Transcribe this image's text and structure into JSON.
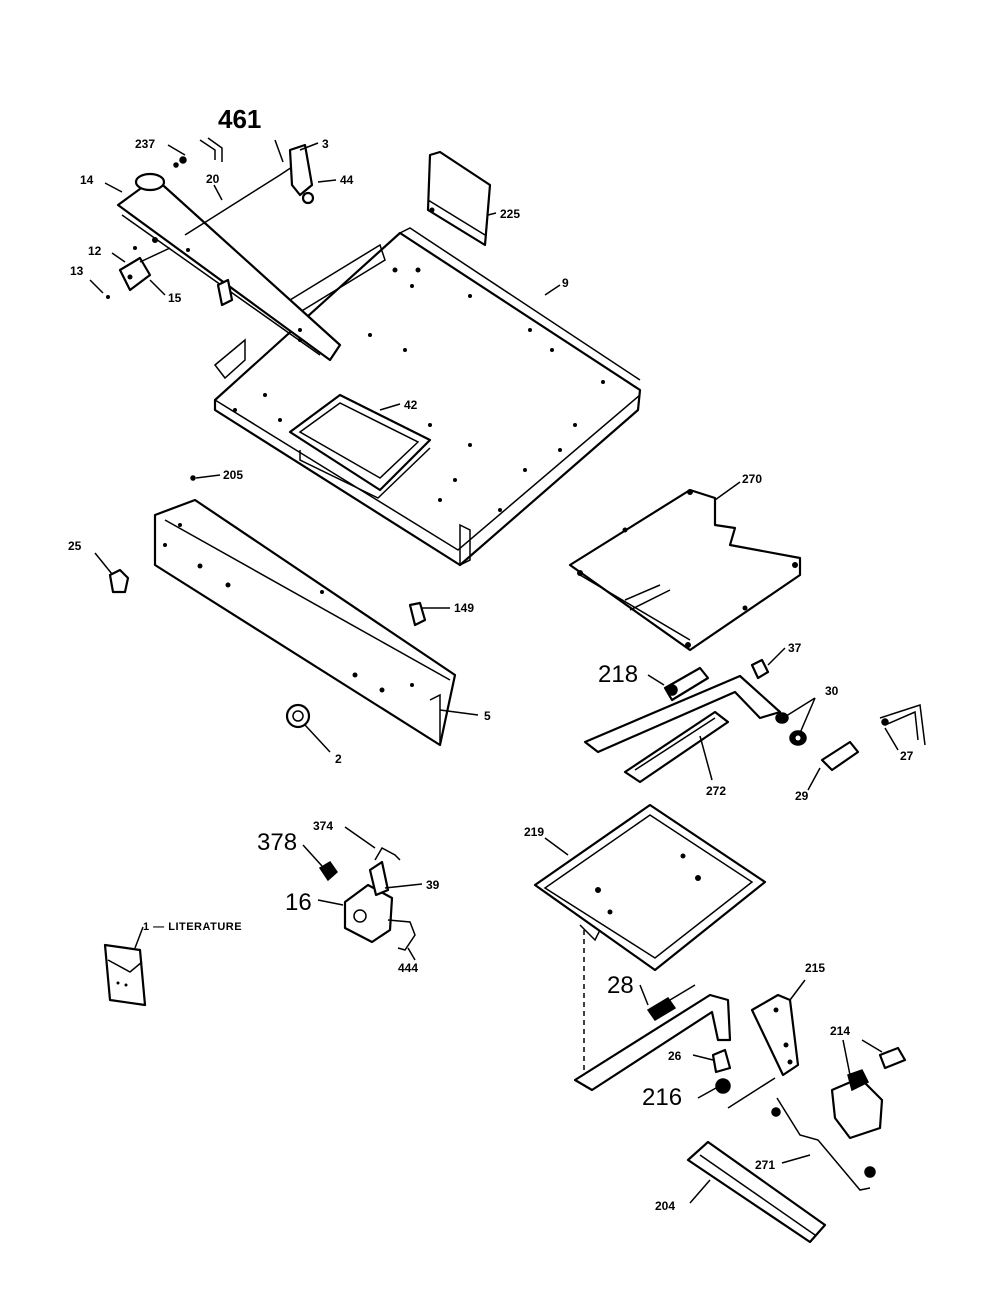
{
  "labels": {
    "p461": "461",
    "p3": "3",
    "p237": "237",
    "p14": "14",
    "p20": "20",
    "p44": "44",
    "p225": "225",
    "p12": "12",
    "p13": "13",
    "p15": "15",
    "p9": "9",
    "p42": "42",
    "p205": "205",
    "p25": "25",
    "p149": "149",
    "p5": "5",
    "p2": "2",
    "p270": "270",
    "p37": "37",
    "p218": "218",
    "p30": "30",
    "p27": "27",
    "p29": "29",
    "p272": "272",
    "p374": "374",
    "p378": "378",
    "p39": "39",
    "p16": "16",
    "p444": "444",
    "p219": "219",
    "literature": "1 — LITERATURE",
    "p28": "28",
    "p215": "215",
    "p214": "214",
    "p26": "26",
    "p216": "216",
    "p271": "271",
    "p204": "204"
  }
}
